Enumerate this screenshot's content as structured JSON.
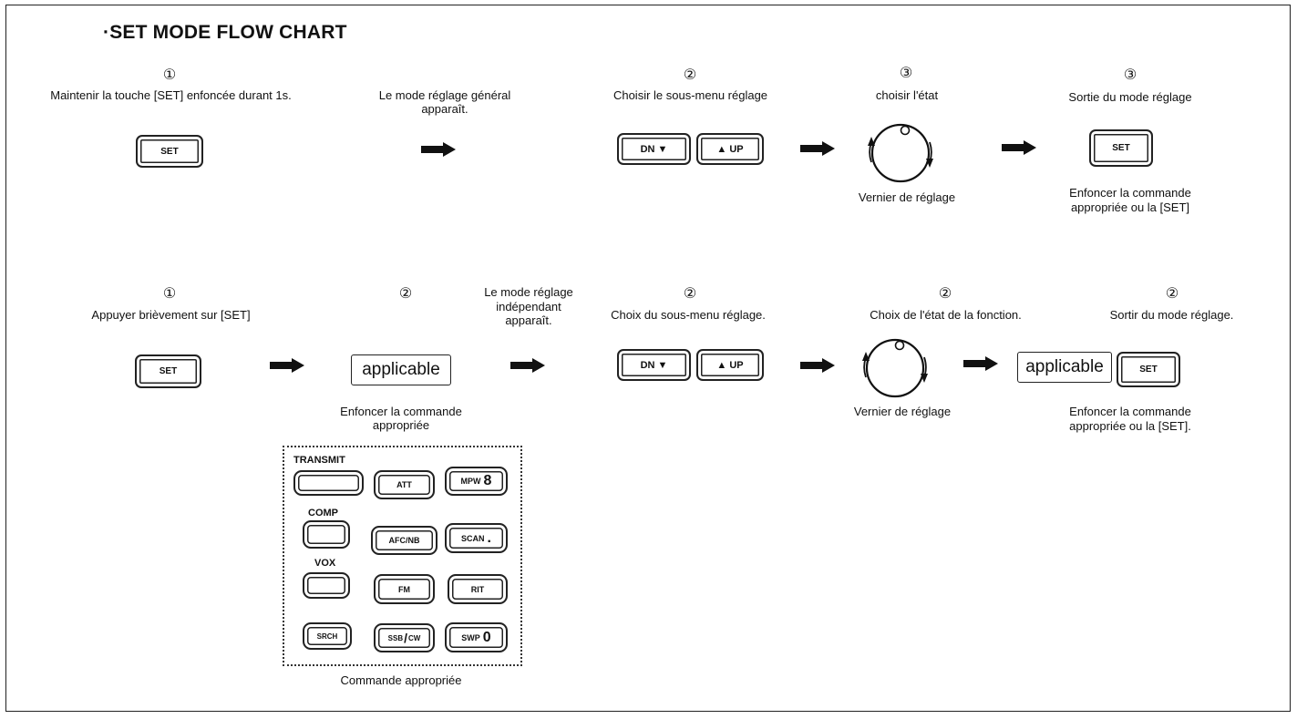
{
  "title": "·SET MODE FLOW CHART",
  "row1": {
    "step1": {
      "num": "①",
      "text": "Maintenir la touche [SET] enfoncée durant 1s.",
      "button": "SET"
    },
    "result": {
      "text1": "Le mode réglage général",
      "text2": "apparaît."
    },
    "step2": {
      "num": "②",
      "text": "Choisir le sous-menu réglage",
      "dn": "DN ▼",
      "up": "▲ UP"
    },
    "step3": {
      "num": "③",
      "text": "choisir l'état",
      "knob_label": "Vernier de réglage"
    },
    "step4": {
      "num": "③",
      "text": "Sortie du mode réglage",
      "button": "SET",
      "note1": "Enfoncer la commande",
      "note2": "appropriée ou la [SET]"
    }
  },
  "row2": {
    "step1": {
      "num": "①",
      "text": "Appuyer brièvement sur [SET]",
      "button": "SET"
    },
    "step2": {
      "num": "②",
      "box": "applicable",
      "note1": "Enfoncer la commande",
      "note2": "appropriée"
    },
    "result": {
      "text1": "Le mode réglage",
      "text2": "indépendant",
      "text3": "apparaît."
    },
    "step3": {
      "num": "②",
      "text": "Choix du sous-menu réglage.",
      "dn": "DN ▼",
      "up": "▲ UP"
    },
    "step4": {
      "num": "②",
      "text": "Choix de l'état de la fonction.",
      "knob_label": "Vernier de réglage"
    },
    "step5": {
      "num": "②",
      "text": "Sortir du mode réglage.",
      "box": "applicable",
      "button": "SET",
      "note1": "Enfoncer la commande",
      "note2": "appropriée ou la [SET]."
    }
  },
  "keypad": {
    "caption": "Commande appropriée",
    "labels": {
      "transmit": "TRANSMIT",
      "comp": "COMP",
      "vox": "VOX"
    },
    "keys": {
      "att": "ATT",
      "mpw": "MPW",
      "mpw_num": "8",
      "afc": "AFC/NB",
      "scan": "SCAN",
      "scan_sym": ".",
      "fm": "FM",
      "rit": "RIT",
      "srch": "SRCH",
      "ssb": "SSB",
      "cw": "CW",
      "swp": "SWP",
      "swp_num": "0"
    }
  }
}
